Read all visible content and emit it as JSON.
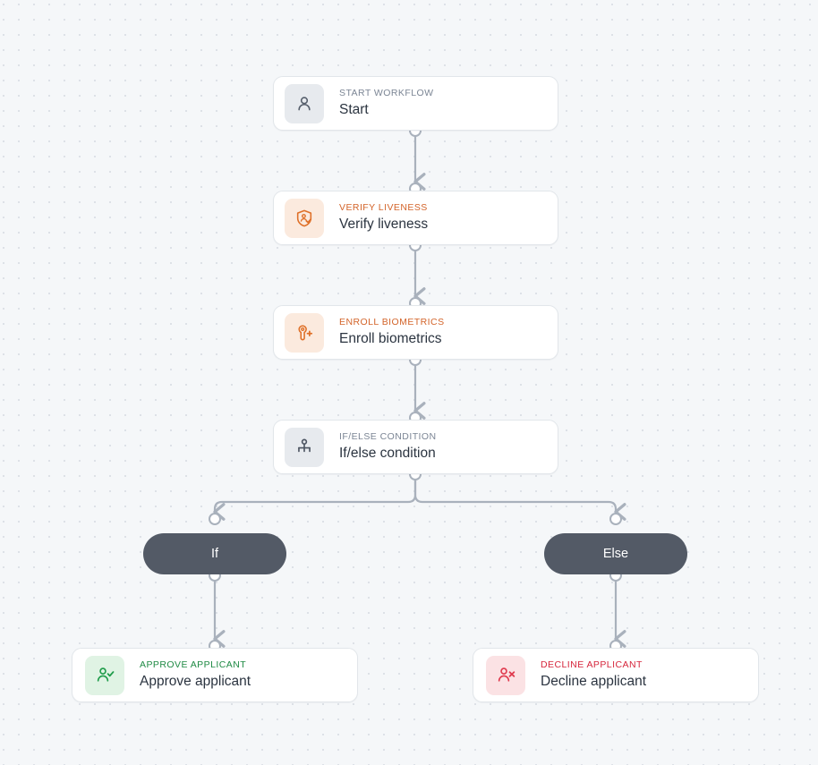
{
  "canvas": {
    "background_color": "#f5f7f9",
    "grid_dot_color": "#dde1e7",
    "edge_color": "#a9b1bc",
    "handle_fill": "#ffffff"
  },
  "nodes": [
    {
      "id": "start",
      "eyebrow": "START WORKFLOW",
      "title": "Start",
      "icon": "person-icon",
      "tile_color": "#e7eaee",
      "accent_color": "#7b8594"
    },
    {
      "id": "verify-liveness",
      "eyebrow": "VERIFY LIVENESS",
      "title": "Verify liveness",
      "icon": "shield-person-check-icon",
      "tile_color": "#fbeade",
      "accent_color": "#d3642a"
    },
    {
      "id": "enroll-biometrics",
      "eyebrow": "ENROLL BIOMETRICS",
      "title": "Enroll biometrics",
      "icon": "fingerprint-plus-icon",
      "tile_color": "#fbeade",
      "accent_color": "#d3642a"
    },
    {
      "id": "if-else-condition",
      "eyebrow": "IF/ELSE CONDITION",
      "title": "If/else condition",
      "icon": "branch-hierarchy-icon",
      "tile_color": "#e7eaee",
      "accent_color": "#4d5562"
    },
    {
      "id": "approve-applicant",
      "eyebrow": "APPROVE APPLICANT",
      "title": "Approve applicant",
      "icon": "user-check-icon",
      "tile_color": "#e0f3e4",
      "accent_color": "#1f8a44"
    },
    {
      "id": "decline-applicant",
      "eyebrow": "DECLINE APPLICANT",
      "title": "Decline applicant",
      "icon": "user-x-icon",
      "tile_color": "#fbe2e4",
      "accent_color": "#d6263c"
    }
  ],
  "branches": [
    {
      "id": "if",
      "label": "If",
      "color": "#535a66"
    },
    {
      "id": "else",
      "label": "Else",
      "color": "#535a66"
    }
  ]
}
